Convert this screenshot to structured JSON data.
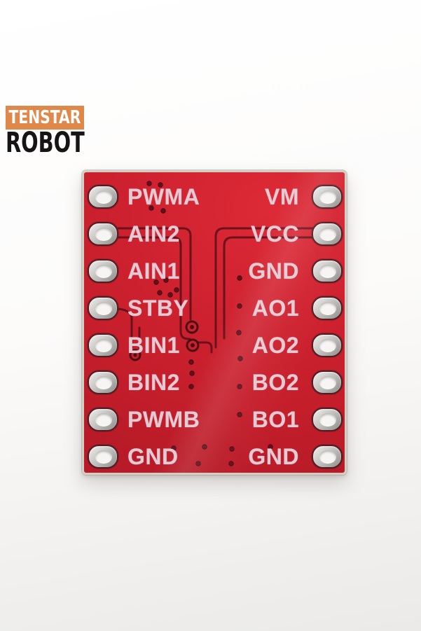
{
  "logo": {
    "line1": "TENSTAR",
    "line2": "ROBOT"
  },
  "board": {
    "left_pins": [
      "PWMA",
      "AIN2",
      "AIN1",
      "STBY",
      "BIN1",
      "BIN2",
      "PWMB",
      "GND"
    ],
    "right_pins": [
      "VM",
      "VCC",
      "GND",
      "AO1",
      "AO2",
      "BO2",
      "BO1",
      "GND"
    ]
  },
  "colors": {
    "background_top": "#ffffff",
    "background_bottom": "#ebeae8",
    "board_red": "#d02230",
    "board_red_dark": "#b81b27",
    "board_edge": "#d3cdc3",
    "silkscreen": "#e3cad4",
    "trace": "#5f0f18",
    "via": "#64101a",
    "pad_silver_light": "#f0efed",
    "pad_silver_dark": "#8f8d8a",
    "pad_hole": "#f6f5f3",
    "logo_orange": "#e0884a",
    "logo_text_top": "#ffffff",
    "logo_text_bottom": "#161414"
  }
}
